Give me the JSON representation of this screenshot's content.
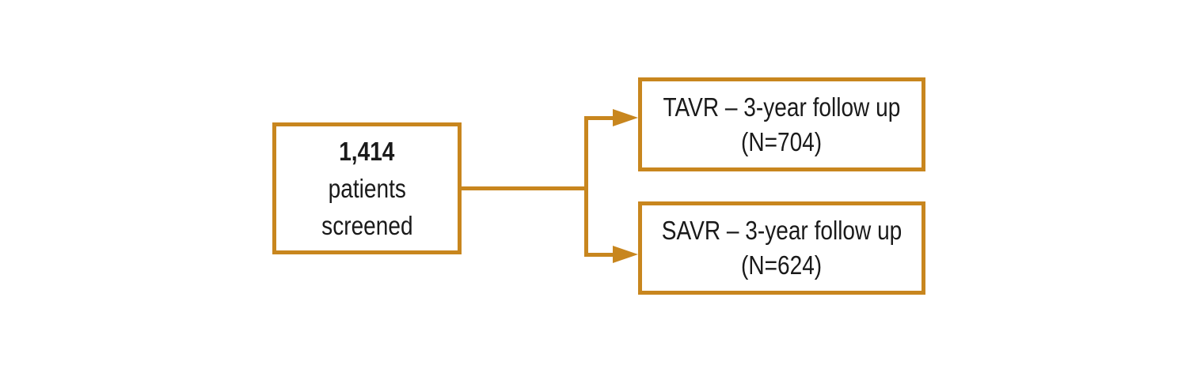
{
  "figure": {
    "type": "flow-diagram",
    "accent_color": "#C8861E",
    "text_color": "#1A1A1A",
    "background_color": "#FFFFFF",
    "nodes": {
      "screened": {
        "count": "1,414",
        "label_line1": "patients",
        "label_line2": "screened"
      },
      "tavr": {
        "title": "TAVR – 3-year follow up",
        "n": "(N=704)"
      },
      "savr": {
        "title": "SAVR – 3-year follow up",
        "n": "(N=624)"
      }
    }
  }
}
